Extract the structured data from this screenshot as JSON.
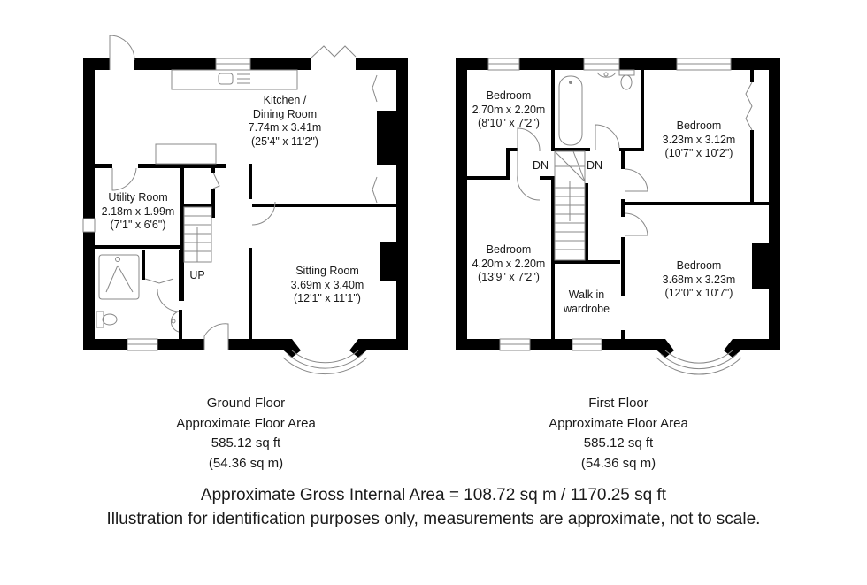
{
  "ground_floor": {
    "rooms": [
      {
        "name": "Kitchen /",
        "name2": "Dining Room",
        "metric": "7.74m x 3.41m",
        "imperial": "(25'4\" x 11'2\")"
      },
      {
        "name": "Utility Room",
        "metric": "2.18m x 1.99m",
        "imperial": "(7'1\" x 6'6\")"
      },
      {
        "name": "Sitting Room",
        "metric": "3.69m x 3.40m",
        "imperial": "(12'1\" x 11'1\")"
      }
    ],
    "stair_label": "UP",
    "caption": {
      "title": "Ground Floor",
      "subtitle": "Approximate Floor Area",
      "sqft": "585.12 sq ft",
      "sqm": "(54.36 sq m)"
    }
  },
  "first_floor": {
    "rooms": [
      {
        "name": "Bedroom",
        "metric": "2.70m x 2.20m",
        "imperial": "(8'10\" x 7'2\")"
      },
      {
        "name": "Bedroom",
        "metric": "3.23m x 3.12m",
        "imperial": "(10'7\" x 10'2\")"
      },
      {
        "name": "Bedroom",
        "metric": "4.20m x 2.20m",
        "imperial": "(13'9\" x 7'2\")"
      },
      {
        "name": "Bedroom",
        "metric": "3.68m x 3.23m",
        "imperial": "(12'0\" x 10'7\")"
      },
      {
        "name": "Walk in",
        "name2": "wardrobe"
      }
    ],
    "stair_labels": [
      "DN",
      "DN"
    ],
    "caption": {
      "title": "First Floor",
      "subtitle": "Approximate Floor Area",
      "sqft": "585.12 sq ft",
      "sqm": "(54.36 sq m)"
    }
  },
  "footer": {
    "gross_area": "Approximate Gross Internal Area = 108.72 sq m / 1170.25 sq ft",
    "disclaimer": "Illustration for identification purposes only, measurements are approximate, not to scale."
  },
  "colors": {
    "wall": "#000000",
    "fixture": "#888888",
    "background": "#ffffff"
  }
}
